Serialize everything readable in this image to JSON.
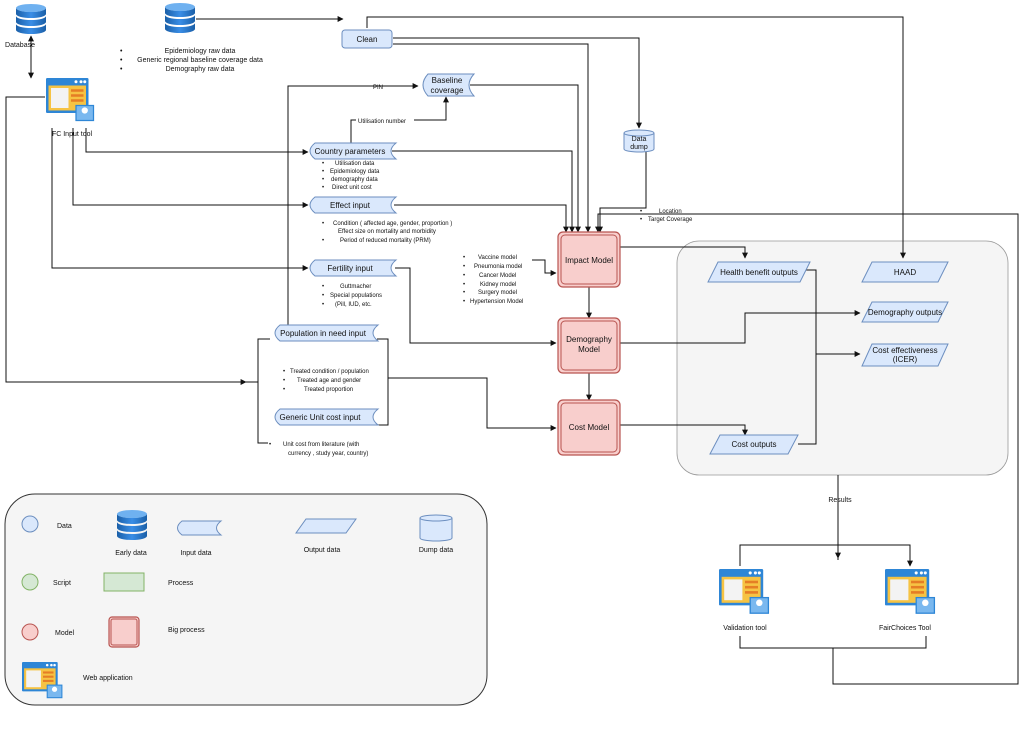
{
  "nodes": {
    "database": "Database",
    "clean": "Clean",
    "raw_data_list": [
      "Epidemiology raw data",
      "Generic regional baseline coverage data",
      "Demography raw data"
    ],
    "fc_input_tool": "FC Input tool",
    "pin": "PIN",
    "baseline_coverage": [
      "Baseline",
      "coverage"
    ],
    "utilisation_number": "Utilisation number",
    "data_dump": [
      "Data",
      "dump"
    ],
    "country_parameters": "Country parameters",
    "country_parameters_list": [
      "Utilisation data",
      "Epidemiology data",
      "demography data",
      "Direct unit cost"
    ],
    "effect_input": "Effect input",
    "effect_input_list": [
      "Condition ( affected age, gender, proportion )",
      "Effect size on mortality and morbidity",
      "Period of reduced mortality (PRM)"
    ],
    "location_list": [
      "Location",
      "Target Coverage"
    ],
    "fertility_input": "Fertility input",
    "fertility_list": [
      "Guttmacher",
      "Special populations",
      "(Pill, IUD, etc."
    ],
    "models_list": [
      "Vaccine model",
      "Pneumonia model",
      "Cancer Model",
      "Kidney model",
      "Surgery model",
      "Hypertension Model"
    ],
    "impact_model": "Impact Model",
    "demography_model": [
      "Demography",
      "Model"
    ],
    "cost_model": "Cost Model",
    "population_in_need_input": "Population in need input",
    "pin_list": [
      "Treated condition / population",
      "Treated age and gender",
      "Treated proportion"
    ],
    "generic_unit_cost_input": "Generic Unit cost input",
    "unit_cost_list": [
      "Unit cost from literature (with",
      "currency , study year, country)"
    ],
    "health_benefit_outputs": "Health benefit outputs",
    "haad": "HAAD",
    "demography_outputs": "Demography outputs",
    "cost_effectiveness": [
      "Cost effectiveness",
      "(ICER)"
    ],
    "cost_outputs": "Cost outputs",
    "results": "Results",
    "validation_tool": "Validation tool",
    "fairchoices_tool": "FairChoices Tool"
  },
  "legend": {
    "data": "Data",
    "early_data": "Early data",
    "input_data": "Input data",
    "output_data": "Output data",
    "dump_data": "Dump data",
    "script": "Script",
    "process": "Process",
    "model": "Model",
    "big_process": "Big process",
    "web_application": "Web application"
  },
  "colors": {
    "data_blue_fill": "#dae8fc",
    "data_blue_stroke": "#6c8ebf",
    "script_green_fill": "#d5e8d4",
    "script_green_stroke": "#82b366",
    "model_red_fill": "#f8cecc",
    "model_red_stroke": "#b85450",
    "panel_fill": "#f5f5f5",
    "panel_stroke": "#666666",
    "database_blue": "#1e6fc2"
  },
  "icons": [
    "database-icon",
    "web-application-icon",
    "dump-cylinder-icon"
  ]
}
